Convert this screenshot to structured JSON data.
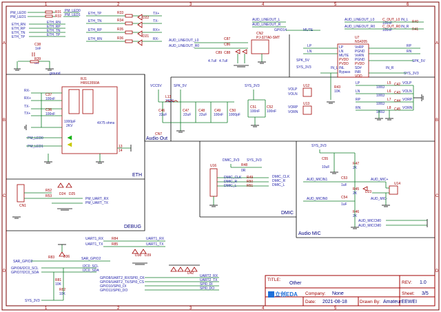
{
  "title_block": {
    "title_key": "TITLE:",
    "title_val": "Other",
    "rev_key": "REV:",
    "rev_val": "1.0",
    "company_key": "Company:",
    "company_val": "None",
    "sheet_key": "Sheet:",
    "sheet_val": "3/5",
    "date_key": "Date:",
    "date_val": "2021-08-18",
    "drawn_key": "Drawn By:",
    "drawn_val": "AmateurEEWEI",
    "logo_text": "立创EDA"
  },
  "sections": {
    "audio_out": "Audio Out",
    "eth": "ETH",
    "debug": "DEBUG",
    "dmic": "DMIC",
    "audio_mic": "Audio MIC"
  },
  "frame": {
    "cols": [
      "1",
      "2",
      "3",
      "4",
      "5",
      "6"
    ],
    "rows": [
      "A",
      "B",
      "C",
      "D"
    ]
  },
  "top_left": {
    "pm_led0": "PM_LED0",
    "pm_led1": "PM_LED1",
    "r31": "R31",
    "r32": "R32",
    "pm_led0_r": "PM_LED0",
    "pm_led1_r": "PM_LED1",
    "eth_rn": "ETH_RN",
    "eth_rp": "ETH_RP",
    "eth_tn": "ETH_TN",
    "eth_tp": "ETH_TP",
    "r_eth_rn": "ETH_RN",
    "r_eth_rp": "ETH_RP",
    "r_eth_tn": "ETH_TN",
    "r_eth_tp": "ETH_TP",
    "c38": "C38",
    "c38v": "1nF",
    "r39": "R39",
    "r39v": "0R",
    "ground": "ground"
  },
  "eth_tx": {
    "eth_tp": "ETH_TP",
    "eth_tn": "ETH_TN",
    "eth_rp": "ETH_RP",
    "eth_rn": "ETH_RN",
    "r33": "R33",
    "r34": "R34",
    "r35": "R35",
    "r36": "R36",
    "d22": "D22",
    "d21": "D21",
    "tx_p": "TX+",
    "tx_n": "TX-",
    "rx_p": "RX+",
    "rx_n": "RX-"
  },
  "rj45": {
    "ref": "RJ1",
    "part": "HR913550A",
    "rx_n": "RX-",
    "rx_p": "RX+",
    "tx_n": "TX-",
    "tx_p": "TX+",
    "c37": "C37",
    "c37v": "100nF",
    "c36": "C36",
    "c36v": "100nF",
    "cap_hv": "1000pF",
    "cap_hv2": "2KV",
    "pm_led0": "PM_LED0",
    "pm_led1": "PM_LED1",
    "legend": "4X75 ohms",
    "pins": [
      "13",
      "14"
    ]
  },
  "audio_out": {
    "vcc5v": "VCC5V",
    "spk_5v": "SPK_5V",
    "l13": "L13",
    "l13v": "100Ω",
    "c46": "C46",
    "c46v": "22uF",
    "c47": "C47",
    "c47v": "22uF",
    "c48": "C48",
    "c48v": "22uF",
    "c49": "C49",
    "c49v": "100nF",
    "c50": "C50",
    "c50v": "1000pF",
    "sys_3v3": "SYS_3V3",
    "c51": "C51",
    "c51v": "100nF",
    "c52": "C52",
    "c52v": "100nF",
    "cn7": "CN7"
  },
  "jack": {
    "aud_lineout_l": "AUD_LINEOUT_L",
    "aud_lineout_r": "AUD_LINEOUT_R",
    "r_l0": "AUD_LINEOUT_L0",
    "r_r0": "AUD_LINEOUT_R0",
    "gpio14": "GPIO14",
    "mute": "MUTE",
    "c87": "C87",
    "c86": "C86",
    "c89": "C89",
    "c88": "C88",
    "c_val": "4.7uF",
    "cn2": "CN2",
    "cn2_part": "PJ-327A0-SMT"
  },
  "amp": {
    "u7": "U7",
    "part": "NS4205",
    "lp": "LP",
    "ln": "LN",
    "rp": "RP",
    "rn": "RN",
    "spk_5v": "SPK_5V",
    "sys_3v3": "SYS_3V3",
    "pins_left": [
      "LP",
      "LN",
      "MUTE",
      "PVDD",
      "PVDD",
      "PVDD",
      "INL",
      "Bypass"
    ],
    "pins_right": [
      "VoRP",
      "PGND",
      "VoRN",
      "PGND",
      "PVDD",
      "SD#",
      "INR",
      "VDD"
    ],
    "aud_lineout_l0": "AUD_LINEOUT_L0",
    "aud_lineout_r0": "AUD_LINEOUT_R0",
    "c_out_l": "C_OUT_L0",
    "c_out_r": "C_OUT_R0",
    "c_val": "100nF",
    "r40": "R40",
    "r41": "R41",
    "in_l": "IN_L",
    "in_r": "IN_R",
    "r43": "R43",
    "r43v": "10K",
    "u12": "U12",
    "u13": "U13",
    "volp": "VOLP",
    "voln": "VOLN",
    "vorp": "VORP",
    "vorn": "VORN",
    "l5": "L5",
    "l6": "L6",
    "l7": "L7",
    "l8": "L8",
    "l_val": "100Ω",
    "c42": "C42",
    "c43": "C43",
    "c44": "C44",
    "c45": "C45"
  },
  "dmic": {
    "dmic_3v3": "DMIC_3V3",
    "sys_3v3": "SYS_3V3",
    "r48": "R48",
    "r48v": "0R",
    "u16": "U16",
    "r49": "R49",
    "r50": "R50",
    "r51": "R51",
    "dmic_clk": "DMIC_CLK",
    "dmic_r": "DMIC_R",
    "dmic_l": "DMIC_L",
    "in_clk": "DMIC_CLK",
    "in_r": "DMIC_R",
    "in_l": "DMIC_L"
  },
  "audio_mic": {
    "sys_3v3": "SYS_3V3",
    "c55": "C55",
    "c55v": "10uF",
    "r47": "R47",
    "r47v": "2K",
    "aud_micin1": "AUD_MICIN1",
    "aud_micin0": "AUD_MICIN0",
    "c53": "C53",
    "c54": "C54",
    "c_val": "1uF",
    "r45": "R45",
    "r45v": "2K",
    "r46": "R46",
    "r46v": "2K",
    "d23": "D23",
    "u14": "U14",
    "aud_mic_p": "AUD_MIC+",
    "aud_mic_n": "AUD_MIC-",
    "out_m1": "AUD_MICCM0",
    "out_m0": "AUD_MICCM0"
  },
  "debug": {
    "cn1": "CN1",
    "r52": "R52",
    "r53": "R53",
    "d24": "D24",
    "d25": "D25",
    "pm_uart_rx": "PM_UART_RX",
    "pm_uart_tx": "PM_UART_TX"
  },
  "bottom": {
    "uart1_rx": "UART1_RX",
    "uart1_tx": "UART1_TX",
    "r84": "R84",
    "r85": "R85",
    "r_uart1_rx": "UART1_RX",
    "r_uart1_tx": "UART1_TX",
    "d38": "D38",
    "d39": "D39",
    "sar_gpio2": "SAR_GPIO2",
    "r83": "R83",
    "r_sar": "SAR_GPIO2",
    "d36": "D36",
    "gpio6_i2c_scl": "GPIO6/I2C0_SCL",
    "gpio7_i2c_sda": "GPIO7/I2C0_SDA",
    "i2c0_scl": "I2C0_SCL",
    "i2c0_sda": "I2C0_SDA",
    "r81": "R81",
    "r82": "R82",
    "r_val": "10K",
    "sys_3v3": "SYS_3V3",
    "gpio_lines": [
      "GPIO8/UART2_RX/SPI0_CK",
      "GPIO9/UART2_TX/SPI0_CS",
      "GPIO10/SPI0_DI",
      "GPIO11/SPI0_DO"
    ],
    "gpio_out": [
      "UART2_RX",
      "UART2_TX",
      "SPI0_DI",
      "SPI0_DO"
    ],
    "d42": "D42"
  }
}
